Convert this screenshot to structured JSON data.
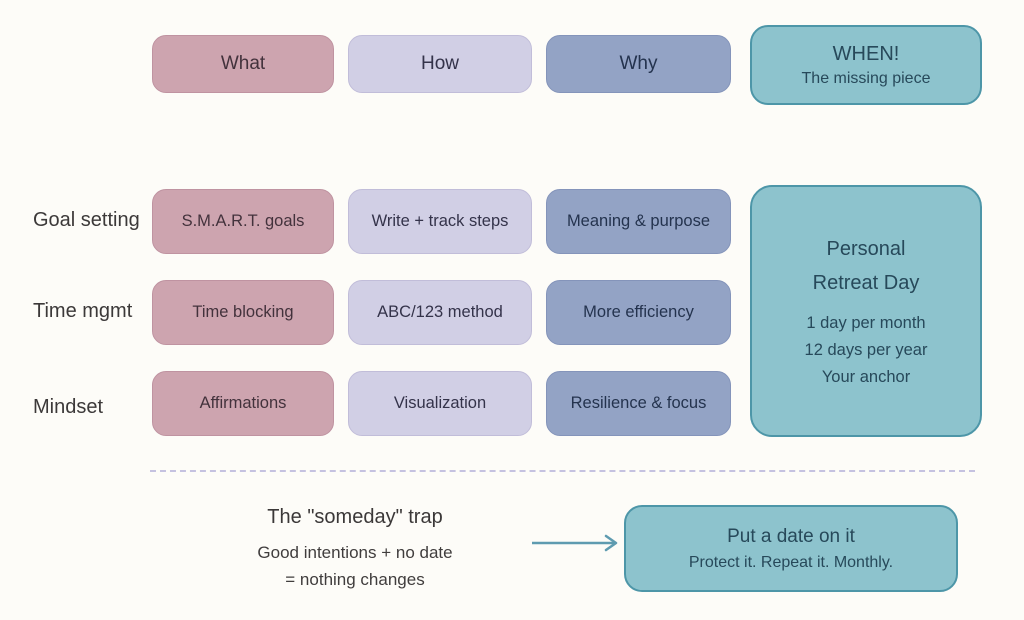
{
  "colors": {
    "background": "#fdfcf8",
    "pink": "#cda4af",
    "lavender": "#d1cfe5",
    "blue": "#93a3c5",
    "teal": "#8dc3cd",
    "teal_border": "#4d96a8",
    "divider_dash": "#c5c2e0",
    "arrow": "#5e9bb0",
    "label_text": "#3c3939"
  },
  "columns": {
    "what": "What",
    "how": "How",
    "why": "Why",
    "when_title": "WHEN!",
    "when_subtitle": "The missing piece"
  },
  "rows": [
    {
      "label": "Goal setting",
      "what": "S.M.A.R.T. goals",
      "how": "Write + track steps",
      "why": "Meaning & purpose"
    },
    {
      "label": "Time mgmt",
      "what": "Time blocking",
      "how": "ABC/123 method",
      "why": "More efficiency"
    },
    {
      "label": "Mindset",
      "what": "Affirmations",
      "how": "Visualization",
      "why": "Resilience & focus"
    }
  ],
  "retreat_box": {
    "title_line1": "Personal",
    "title_line2": "Retreat Day",
    "detail1": "1 day per month",
    "detail2": "12 days per year",
    "detail3": "Your anchor"
  },
  "bottom": {
    "trap_title": "The \"someday\" trap",
    "trap_line1": "Good intentions + no date",
    "trap_line2": "= nothing changes",
    "cta_title": "Put a date on it",
    "cta_subtitle": "Protect it. Repeat it. Monthly."
  }
}
